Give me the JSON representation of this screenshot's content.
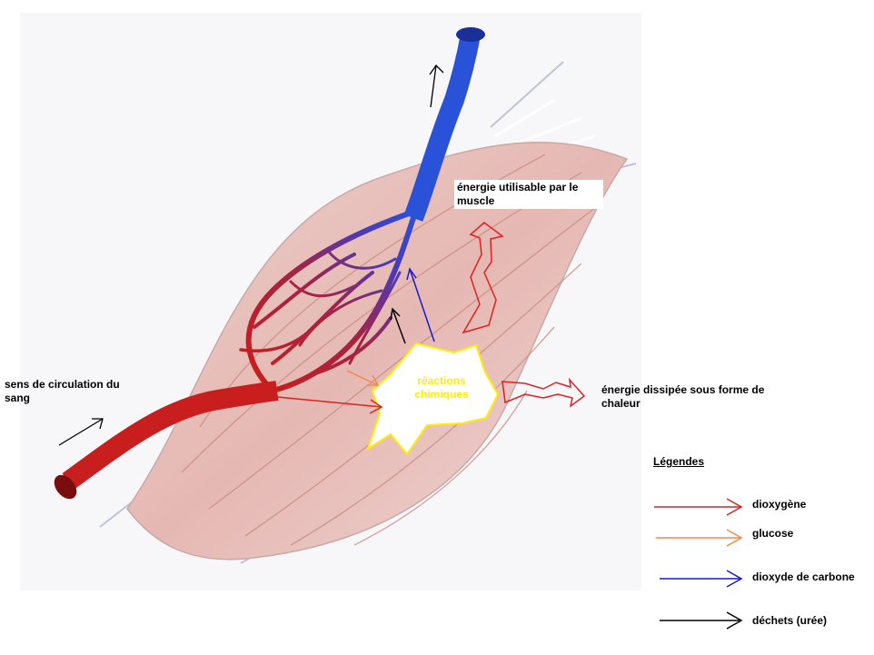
{
  "labels": {
    "energy_usable": "énergie utilisable par le muscle",
    "circulation": "sens de circulation du sang",
    "heat": "énergie dissipée sous forme de chaleur",
    "reactions": "réactions chimiques"
  },
  "legend": {
    "title": "Légendes",
    "items": [
      {
        "label": "dioxygène",
        "color": "#e02020"
      },
      {
        "label": "glucose",
        "color": "#f08a4a"
      },
      {
        "label": "dioxyde de carbone",
        "color": "#1a1acc"
      },
      {
        "label": "déchets (urée)",
        "color": "#000000"
      }
    ]
  },
  "colors": {
    "muscle": "#e8bdb8",
    "artery": "#c81e1e",
    "vein": "#2a52d8",
    "reaction_outline": "#ffee00"
  }
}
